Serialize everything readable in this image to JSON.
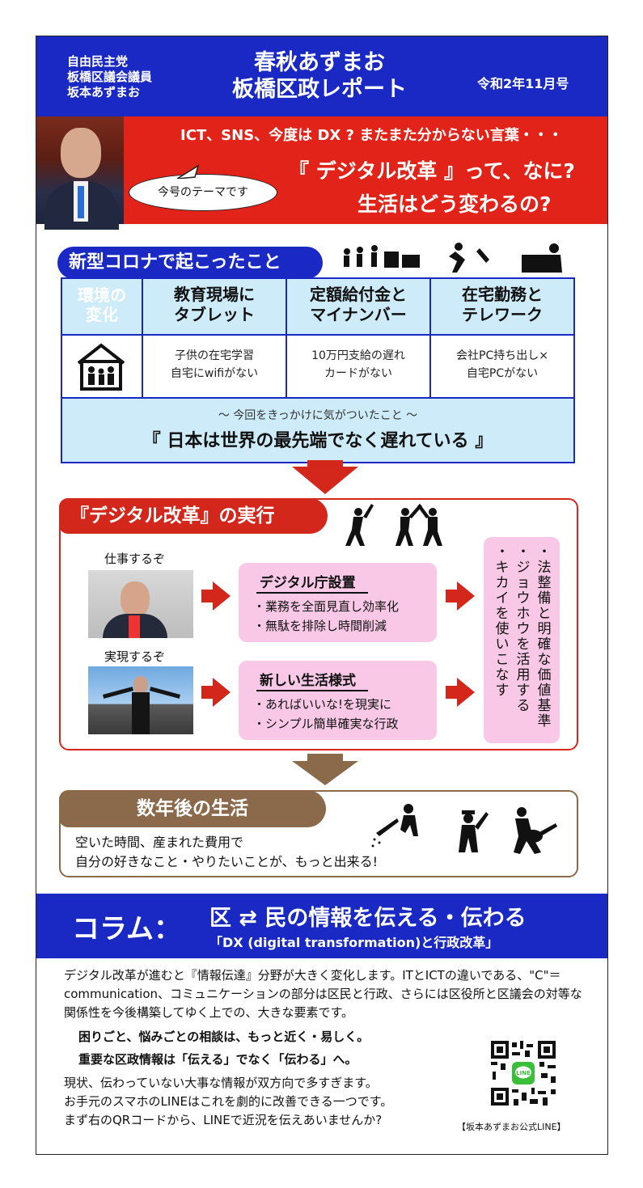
{
  "header": {
    "left_lines": [
      "自由民主党",
      "板橋区議会議員",
      "坂本あずまお"
    ],
    "title_lines": [
      "春秋あずまお",
      "板橋区政レポート"
    ],
    "date": "令和2年11月号"
  },
  "banner": {
    "line1": "ICT、SNS、今度は DX ? またまた分からない言葉・・・",
    "line2": "『 デジタル改革 』って、なに?",
    "line3": "生活はどう変わるの?",
    "bubble": "今号のテーマです"
  },
  "section1": {
    "title": "新型コロナで起こったこと",
    "env_label_lines": [
      "環境の",
      "変化"
    ],
    "columns": [
      {
        "head_lines": [
          "教育現場に",
          "タブレット"
        ],
        "body_lines": [
          "子供の在宅学習",
          "自宅にwifiがない"
        ]
      },
      {
        "head_lines": [
          "定額給付金と",
          "マイナンバー"
        ],
        "body_lines": [
          "10万円支給の遅れ",
          "カードがない"
        ]
      },
      {
        "head_lines": [
          "在宅勤務と",
          "テレワーク"
        ],
        "body_lines": [
          "会社PC持ち出し×",
          "自宅PCがない"
        ]
      }
    ],
    "notice_sub": "～ 今回をきっかけに気がついたこと ～",
    "notice_main": "『 日本は世界の最先端でなく遅れている 』"
  },
  "section2": {
    "title": "『デジタル改革』の実行",
    "label_work": "仕事するぞ",
    "label_realize": "実現するぞ",
    "box1": {
      "title": "デジタル庁設置",
      "lines": [
        "・業務を全面見直し効率化",
        "・無駄を排除し時間削減"
      ]
    },
    "box2": {
      "title": "新しい生活様式",
      "lines": [
        "・あればいいな!を現実に",
        "・シンプル簡単確実な行政"
      ]
    },
    "vertical_lines": [
      "・法整備と明確な価値基準",
      "・ジョウホウを活用する",
      "・キカイを使いこなす"
    ]
  },
  "section3": {
    "title": "数年後の生活",
    "lines": [
      "空いた時間、産まれた費用で",
      "自分の好きなこと・やりたいことが、もっと出来る!"
    ]
  },
  "column": {
    "label": "コラム：",
    "title": "区 ⇄ 民の情報を伝える・伝わる",
    "subtitle": "「DX (digital transformation)と行政改革」",
    "paragraph": "デジタル改革が進むと『情報伝達』分野が大きく変化します。ITとICTの違いである、\"C\"＝communication、コミュニケーションの部分は区民と行政、さらには区役所と区議会の対等な関係性を今後構築してゆく上での、大きな要素です。",
    "bold1": "困りごと、悩みごとの相談は、もっと近く・易しく。",
    "bold2": "重要な区政情報は「伝える」でなく「伝わる」へ。",
    "closing_lines": [
      "現状、伝わっていない大事な情報が双方向で多すぎます。",
      "お手元のスマホのLINEはこれを劇的に改善できる一つです。",
      "まず右のQRコードから、LINEで近況を伝えあいませんか?"
    ],
    "qr_badge": "LINE",
    "qr_caption": "【坂本あずまお公式LINE】"
  },
  "colors": {
    "blue": "#1a29c4",
    "red": "#e2231a",
    "pink": "#f9c8e6",
    "lightblue": "#cdebf8",
    "brown": "#8a6a4b"
  }
}
